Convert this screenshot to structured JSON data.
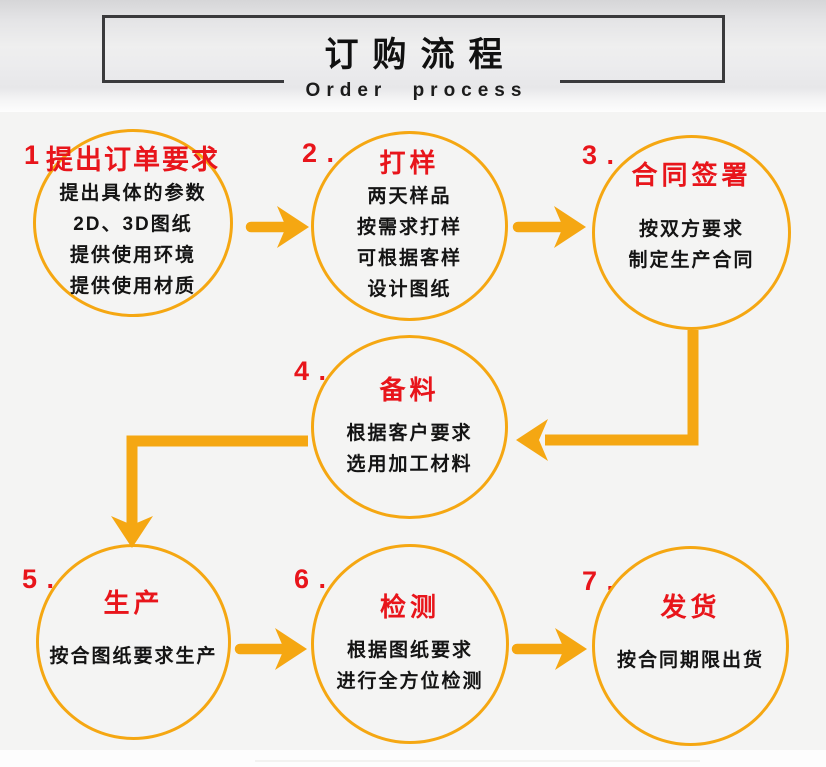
{
  "header": {
    "title": "订购流程",
    "subtitle": "Order process"
  },
  "colors": {
    "accent-orange": "#F5A712",
    "accent-red": "#E8151B",
    "box-border": "#3A3A3C",
    "text-dark": "#141414",
    "canvas-bg": "#F4F4F3"
  },
  "steps": [
    {
      "number": "1 .",
      "title": "提出订单要求",
      "lines": [
        "提出具体的参数",
        "2D、3D图纸",
        "提供使用环境",
        "提供使用材质"
      ]
    },
    {
      "number": "2 .",
      "title": "打样",
      "lines": [
        "两天样品",
        "按需求打样",
        "可根据客样",
        "设计图纸"
      ]
    },
    {
      "number": "3 .",
      "title": "合同签署",
      "lines": [
        "按双方要求",
        "制定生产合同"
      ]
    },
    {
      "number": "4 .",
      "title": "备料",
      "lines": [
        "根据客户要求",
        "选用加工材料"
      ]
    },
    {
      "number": "5 .",
      "title": "生产",
      "lines": [
        "按合图纸要求生产"
      ]
    },
    {
      "number": "6 .",
      "title": "检测",
      "lines": [
        "根据图纸要求",
        "进行全方位检测"
      ]
    },
    {
      "number": "7 .",
      "title": "发货",
      "lines": [
        "按合同期限出货"
      ]
    }
  ]
}
